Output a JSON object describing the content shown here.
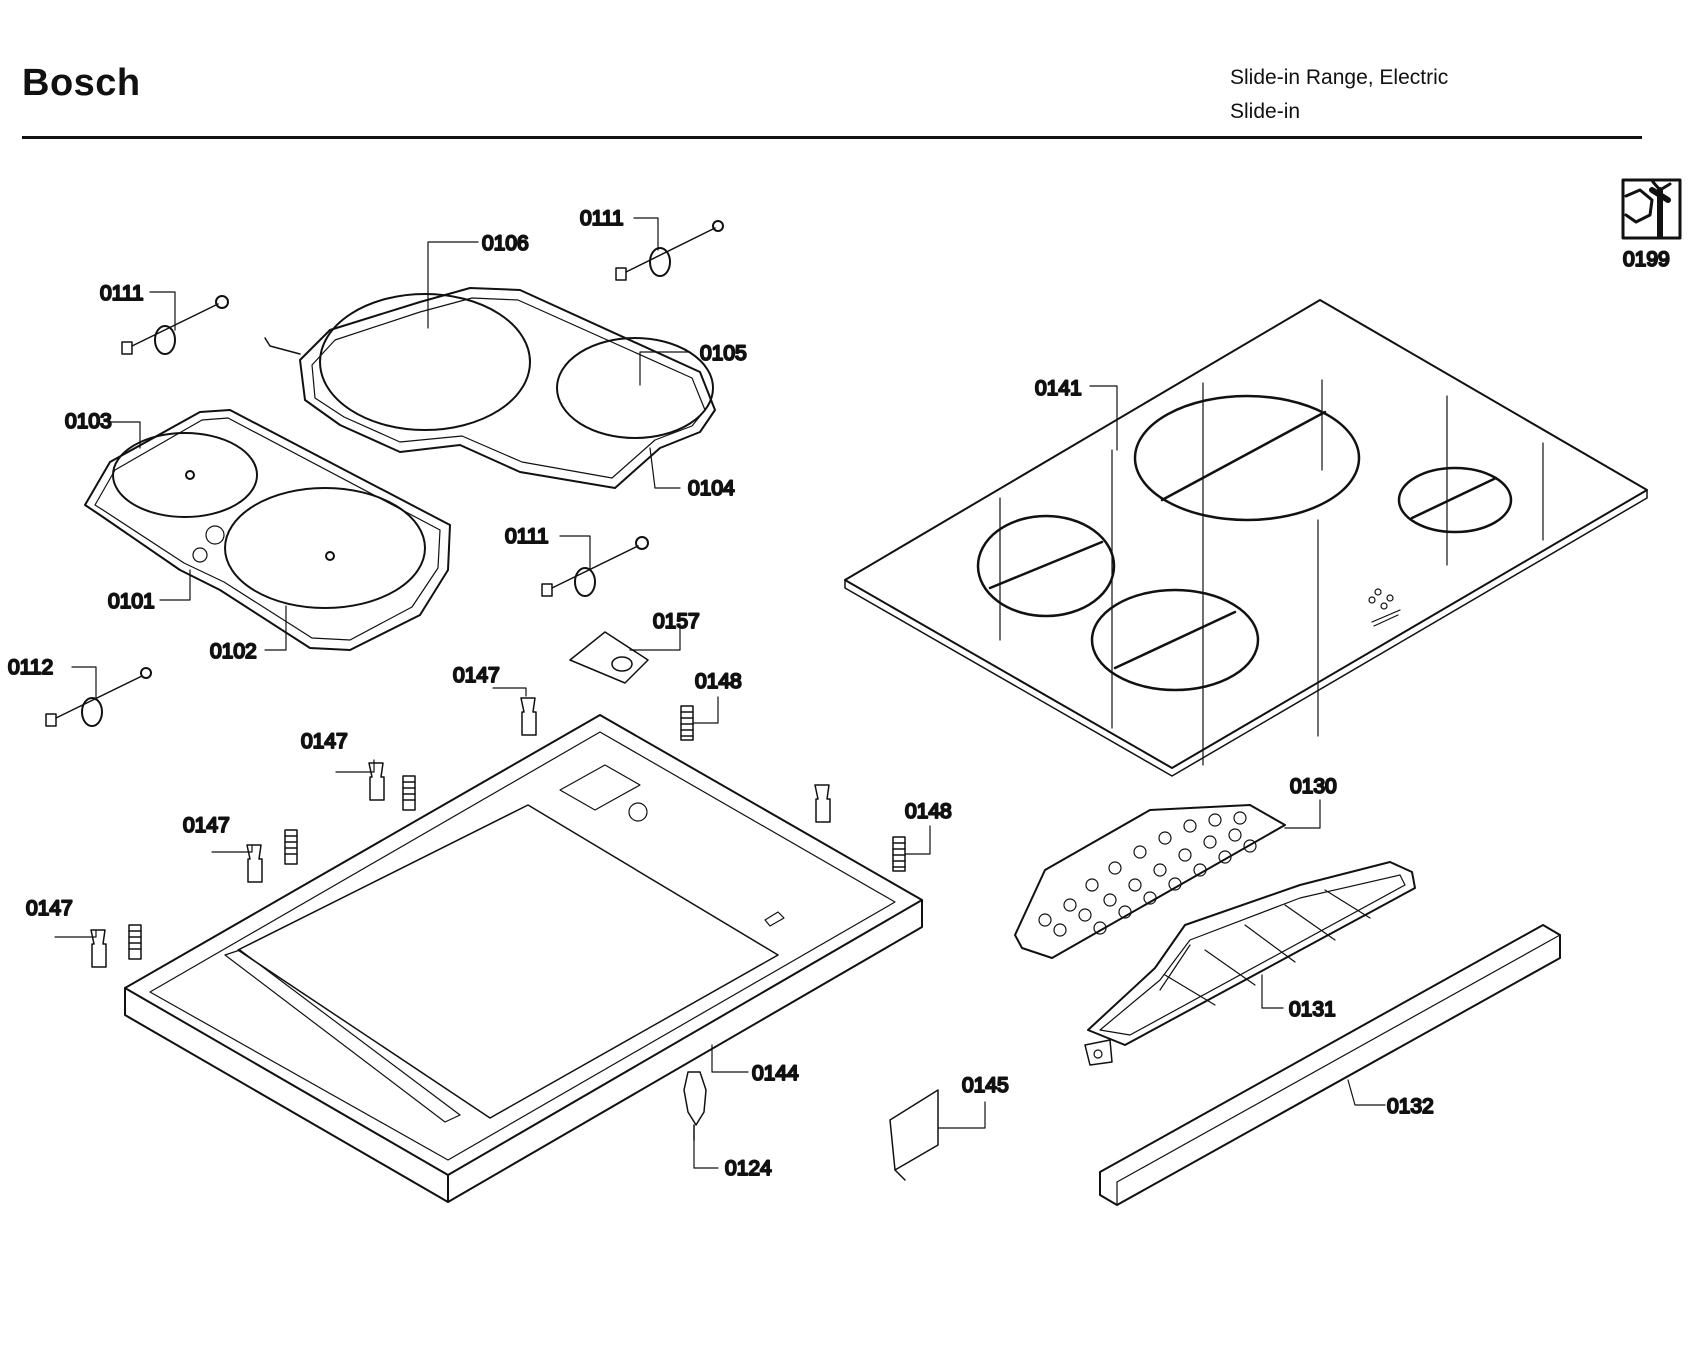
{
  "header": {
    "brand": "Bosch",
    "product_line1": "Slide-in Range, Electric",
    "product_line2": "Slide-in"
  },
  "callouts": {
    "c0106": "0106",
    "c0111a": "0111",
    "c0111b": "0111",
    "c0111c": "0111",
    "c0105": "0105",
    "c0103": "0103",
    "c0104": "0104",
    "c0101": "0101",
    "c0102": "0102",
    "c0112": "0112",
    "c0157": "0157",
    "c0147a": "0147",
    "c0147b": "0147",
    "c0147c": "0147",
    "c0147d": "0147",
    "c0148a": "0148",
    "c0148b": "0148",
    "c0141": "0141",
    "c0130": "0130",
    "c0131": "0131",
    "c0132": "0132",
    "c0144": "0144",
    "c0145": "0145",
    "c0124": "0124",
    "c0199": "0199"
  },
  "icons": {
    "service": "wrench-nut-icon"
  },
  "colors": {
    "ink": "#111111",
    "background": "#ffffff"
  }
}
